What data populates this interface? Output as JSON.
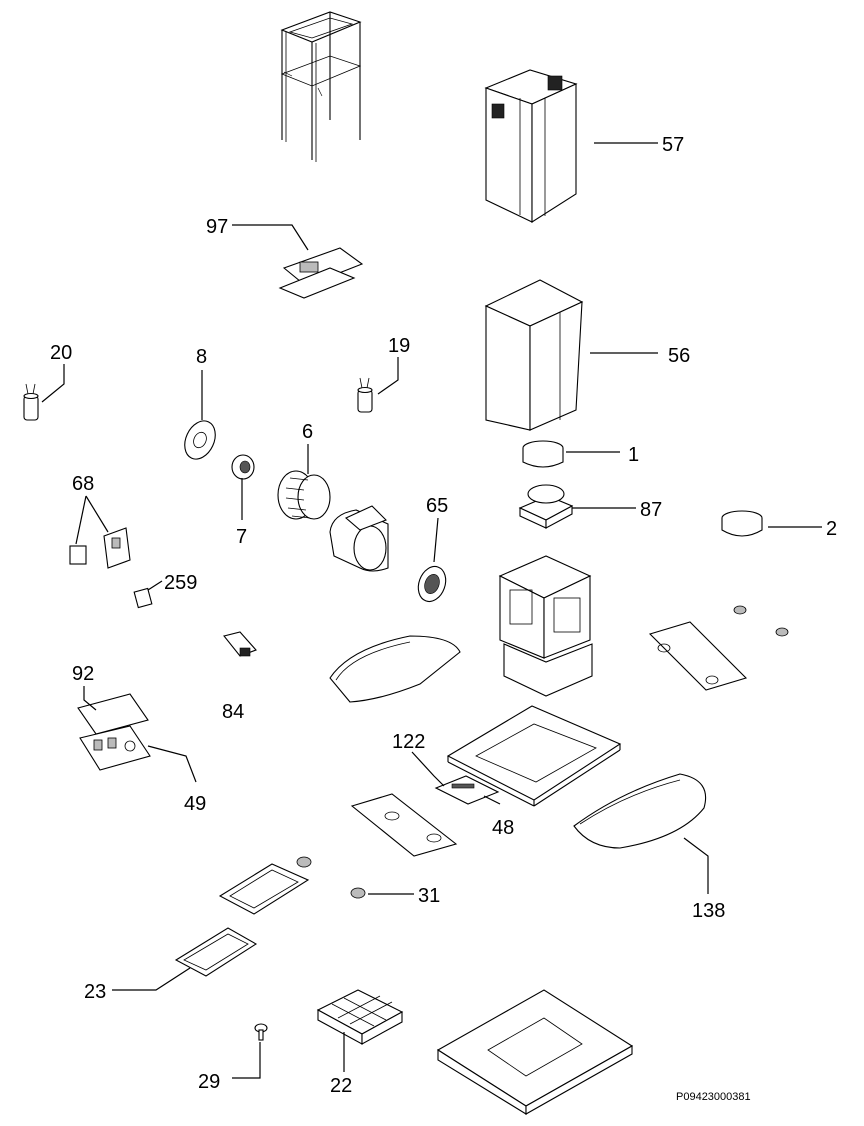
{
  "figure_code": "P09423000381",
  "callouts": {
    "c1": "1",
    "c2": "2",
    "c6": "6",
    "c7": "7",
    "c8": "8",
    "c19": "19",
    "c20": "20",
    "c22": "22",
    "c23": "23",
    "c29": "29",
    "c31": "31",
    "c48": "48",
    "c49": "49",
    "c56": "56",
    "c57": "57",
    "c65": "65",
    "c68": "68",
    "c84": "84",
    "c87": "87",
    "c92": "92",
    "c97": "97",
    "c122": "122",
    "c138": "138",
    "c259": "259"
  }
}
